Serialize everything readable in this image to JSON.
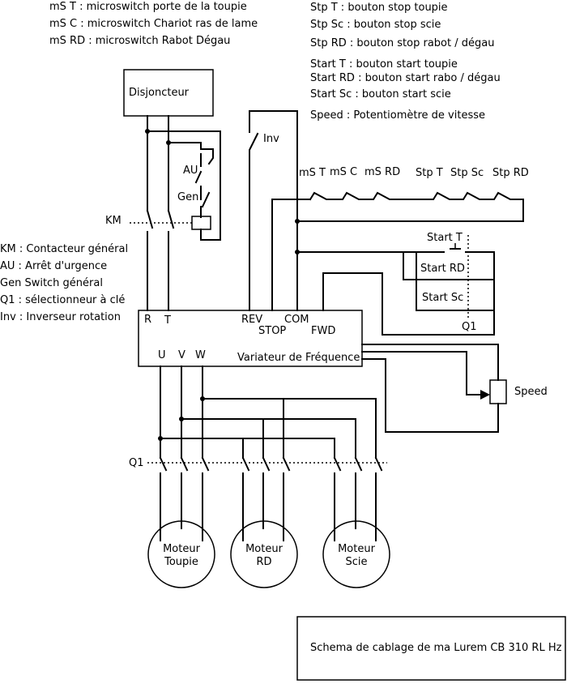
{
  "legend_top_left": [
    "mS T : microswitch porte de la toupie",
    "mS C : microswitch Chariot ras de lame",
    "mS RD : microswitch Rabot Dégau"
  ],
  "legend_top_right": [
    "Stp T : bouton stop toupie",
    "Stp Sc : bouton stop scie",
    "Stp RD : bouton stop rabot / dégau",
    "Start T : bouton start toupie",
    "Start RD : bouton start rabo / dégau",
    "Start Sc : bouton start scie",
    "Speed : Potentiomètre de vitesse"
  ],
  "legend_left": [
    "KM : Contacteur général",
    "AU : Arrêt d'urgence",
    "Gen Switch général",
    "Q1 : sélectionneur à clé",
    "Inv : Inverseur rotation"
  ],
  "labels": {
    "breaker": "Disjoncteur",
    "km": "KM",
    "au": "AU",
    "gen": "Gen",
    "inv": "Inv",
    "q1_left": "Q1",
    "q1_right": "Q1",
    "ms_t": "mS T",
    "ms_c": "mS C",
    "ms_rd": "mS RD",
    "stp_t": "Stp T",
    "stp_sc": "Stp Sc",
    "stp_rd": "Stp RD",
    "start_t": "Start T",
    "start_rd": "Start RD",
    "start_sc": "Start Sc",
    "speed": "Speed",
    "vfd_r": "R",
    "vfd_t": "T",
    "vfd_rev": "REV",
    "vfd_stop": "STOP",
    "vfd_com": "COM",
    "vfd_fwd": "FWD",
    "vfd_u": "U",
    "vfd_v": "V",
    "vfd_w": "W",
    "vfd_name": "Variateur de Fréquence",
    "motor1_l1": "Moteur",
    "motor1_l2": "Toupie",
    "motor2_l1": "Moteur",
    "motor2_l2": "RD",
    "motor3_l1": "Moteur",
    "motor3_l2": "Scie"
  },
  "caption": "Schema de cablage de ma Lurem CB 310 RL Hz"
}
